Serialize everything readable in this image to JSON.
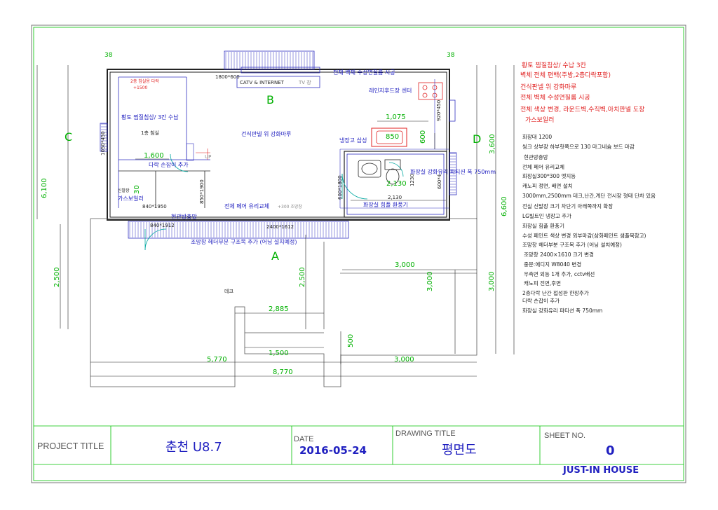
{
  "rooms": {
    "B": "B",
    "A": "A",
    "C": "C",
    "D": "D"
  },
  "plan_labels": {
    "top_wall": "전체 벽체 수성연질롬 시공",
    "window_1800": "1800*600",
    "catv": "CATV & INTERNET",
    "tv_zone": "TV 장",
    "sauna_small": "2층 침실용 다락",
    "sauna_plus": "+1500",
    "sauna_title": "황토 찜질침상/ 3칸 수납",
    "bedroom": "1층 침실",
    "floor": "건식판넬 위 강화마루",
    "range_hood": "레인지후드장 센터",
    "fridge": "냉장고 삼성",
    "dim_1075": "1,075",
    "dim_850": "850",
    "dim_600v": "600",
    "dim_920_450": "920*450",
    "dim_1600": "1,600",
    "attic_handle": "다락 손잡이 추가",
    "up": "UP",
    "bath_glass": "화장실 강화유리 파티션 폭 750mm",
    "dim_600_1800": "600*1800",
    "dim_2130": "2,130",
    "dim_2130b": "2,130",
    "dim_1230": "1230",
    "dim_600_4": "600*4",
    "bath_fan": "화장실 힘플 환풍기",
    "shoe_cabinet": "신발장",
    "dim_30": "30",
    "gas_boiler": "가스보일러",
    "dim_850_1900": "850*1900",
    "dim_840_1950": "840*1950",
    "glass_replace": "전체 페어 유리교체",
    "plus300": "+300 조망창",
    "entrance_light": "현관방충망",
    "dim_840_1912": "840*1912",
    "dim_2400_1612": "2400*1612",
    "canopy_note": "조망창 헤더부분 구조목 추가 (어닝 설치예정)",
    "deck": "데크",
    "dim_1050_450": "1050*450",
    "dim_38a": "38",
    "dim_38b": "38"
  },
  "dimensions": {
    "d6100": "6,100",
    "d3600": "3,600",
    "d6600": "6,600",
    "d2500a": "2,500",
    "d2500b": "2,500",
    "d3000a": "3,000",
    "d3000b": "3,000",
    "d3000c": "3,000",
    "d2885": "2,885",
    "d500": "500",
    "d1500": "1,500",
    "d5770": "5,770",
    "d3000d": "3,000",
    "d8770": "8,770"
  },
  "red_notes": [
    "황토 찜질침상/ 수납 3칸",
    "벽체 전체 편백(주방,2층다락포함)",
    "건식판넬 위 강화마루",
    "전체 벽체 수성연질롬 시공",
    "전체 색상 변경, 라운드벽,수직벽,아치판넬 도장",
    "가스보일러"
  ],
  "black_notes": [
    "화장대 1200",
    "씽크 상부장 하부헛쪽으로  130 마그네슘 보드 마감",
    "현관방충망",
    "전체 페어 유리교체",
    "화장실300*300 엣지등",
    "캐노피 정면, 배면 설치",
    "3000mm,2500mm 데크,난간,계단 전시장 형태 단차 있음",
    "전실 신발장 크기 차단기 아래쪽까지 확장",
    "LG빌트인 냉장고 추가",
    "화장실 힘플 환풍기",
    "수성 페인트 색상 변경 외부마감(삼화페인트 샘플북참고)",
    "조망창 헤더부분 구조목 추가 (어닝 설치예정)",
    "조망창 2400×1610 크기 변경",
    "중문:에디지 W8040 변경",
    "우측면 외등 1개 추가, cctv배선",
    "캐노피 전면,후면",
    "2층다락 난간 접성판 한장추가",
    "다락 손잡이 추가",
    "화장실 강화유리 파티션 폭 750mm"
  ],
  "title_block": {
    "project_title_label": "PROJECT TITLE",
    "project_title": "춘천 U8.7",
    "date_label": "DATE",
    "date": "2016-05-24",
    "drawing_title_label": "DRAWING TITLE",
    "drawing_title": "평면도",
    "sheet_label": "SHEET NO.",
    "sheet_no": "0",
    "company": "JUST-IN  HOUSE"
  }
}
